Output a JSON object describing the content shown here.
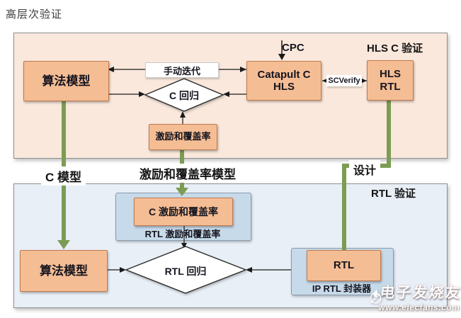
{
  "page_title": "高层次验证",
  "panels": {
    "hls": {
      "label": "HLS C 验证"
    },
    "rtl": {
      "label": "RTL 验证"
    }
  },
  "nodes": {
    "algo_model_top": "算法模型",
    "manual_iteration": "手动迭代",
    "c_regression": "C 回归",
    "stimulus_coverage": "激励和覆盖率",
    "catapult_line1": "Catapult C",
    "catapult_line2": "HLS",
    "cpc": "CPC",
    "scverify": "SCVerify",
    "hls_rtl_line1": "HLS",
    "hls_rtl_line2": "RTL",
    "c_stimulus_coverage": "C 激励和覆盖率",
    "rtl_stimulus_coverage": "RTL 激励和覆盖率",
    "algo_model_bottom": "算法模型",
    "rtl_regression": "RTL 回归",
    "rtl": "RTL",
    "ip_rtl_wrapper": "IP RTL 封装器"
  },
  "flow_labels": {
    "c_model": "C 模型",
    "stimulus_coverage_model": "激励和覆盖率模型",
    "design": "设计"
  },
  "watermark": {
    "name": "电子发烧友",
    "url": "www.elecfans.com"
  },
  "colors": {
    "panel_hls_bg": "#fae8dc",
    "panel_rtl_bg": "#e9eff7",
    "node_orange": "#f5bd94",
    "node_border": "#bf7a4e",
    "subpanel_blue": "#c7daea",
    "arrow_green": "#7c9c54",
    "line_black": "#1a1a1a"
  }
}
